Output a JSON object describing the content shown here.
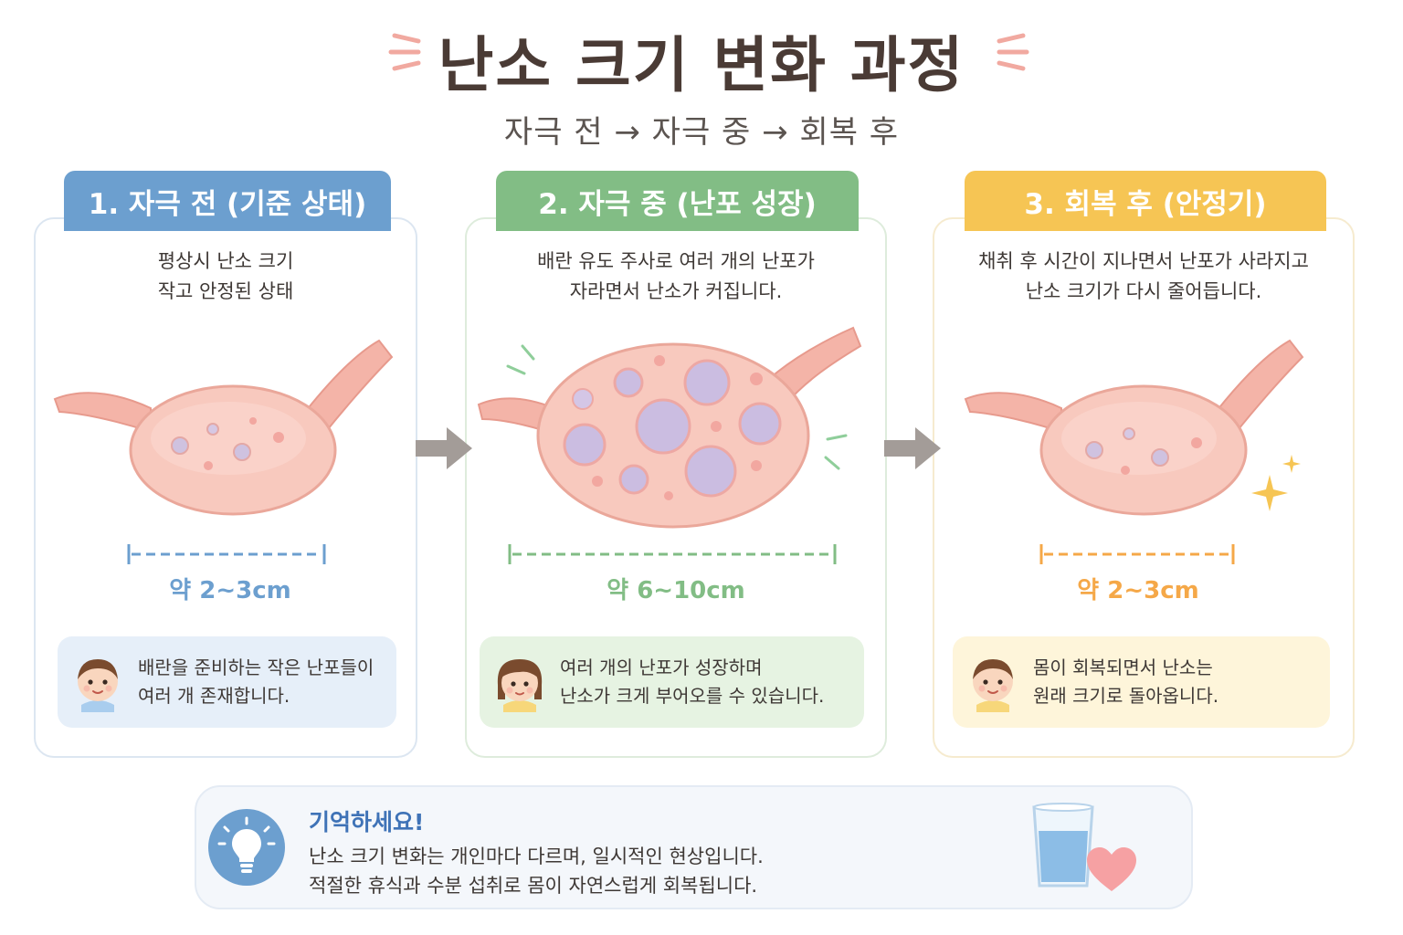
{
  "header": {
    "title": "난소 크기 변화 과정",
    "subtitle": "자극 전 → 자극 중 → 회복 후"
  },
  "stages": [
    {
      "tab": "1. 자극 전 (기준 상태)",
      "desc": [
        "평상시 난소 크기",
        "작고 안정된 상태"
      ],
      "size": "약 2~3cm",
      "note": [
        "배란을 준비하는 작은 난포들이",
        "여러 개 존재합니다."
      ],
      "color": "#6c9fcf"
    },
    {
      "tab": "2. 자극 중 (난포 성장)",
      "desc": [
        "배란 유도 주사로 여러 개의 난포가",
        "자라면서 난소가 커집니다."
      ],
      "size": "약 6~10cm",
      "note": [
        "여러 개의 난포가 성장하며",
        "난소가 크게 부어오를 수 있습니다."
      ],
      "color": "#82bd85"
    },
    {
      "tab": "3. 회복 후 (안정기)",
      "desc": [
        "채취 후 시간이 지나면서 난포가 사라지고",
        "난소 크기가 다시 줄어듭니다."
      ],
      "size": "약 2~3cm",
      "note": [
        "몸이 회복되면서 난소는",
        "원래 크기로 돌아옵니다."
      ],
      "color": "#f6c554"
    }
  ],
  "tip": {
    "title": "기억하세요!",
    "line1": "난소 크기 변화는 개인마다 다르며, 일시적인 현상입니다.",
    "line2": "적절한 휴식과 수분 섭취로 몸이 자연스럽게 회복됩니다."
  },
  "icons": {
    "bulb": "lightbulb-icon",
    "glass": "water-glass-icon",
    "heart": "heart-icon",
    "arrow": "right-arrow-icon",
    "sparkle": "sparkle-icon"
  }
}
